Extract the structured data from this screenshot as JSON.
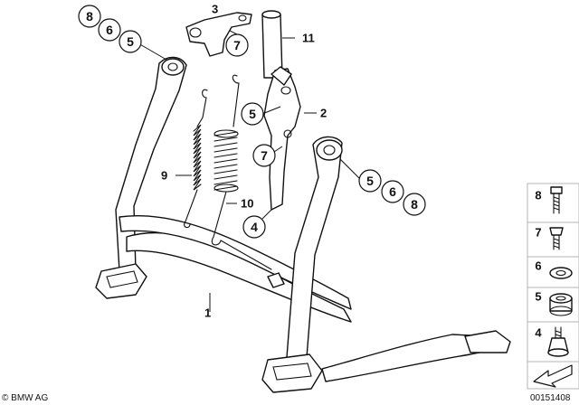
{
  "callouts": {
    "c8_top": "8",
    "c6_top": "6",
    "c5_top": "5",
    "c7_bracket": "7",
    "c5_plate": "5",
    "c7_plate": "7",
    "c4": "4",
    "c5_right": "5",
    "c6_right": "6",
    "c8_right": "8"
  },
  "labels": {
    "l3": "3",
    "l11": "11",
    "l2": "2",
    "l9": "9",
    "l10": "10",
    "l1": "1"
  },
  "legend": {
    "items": [
      {
        "num": "8",
        "icon": "bolt-icon"
      },
      {
        "num": "7",
        "icon": "screw-icon"
      },
      {
        "num": "6",
        "icon": "washer-icon"
      },
      {
        "num": "5",
        "icon": "bushing-icon"
      },
      {
        "num": "4",
        "icon": "stud-icon"
      }
    ],
    "corner_icon": "arrow-icon"
  },
  "footer": {
    "brand": "© BMW AG",
    "diagram_id": "00151408"
  }
}
